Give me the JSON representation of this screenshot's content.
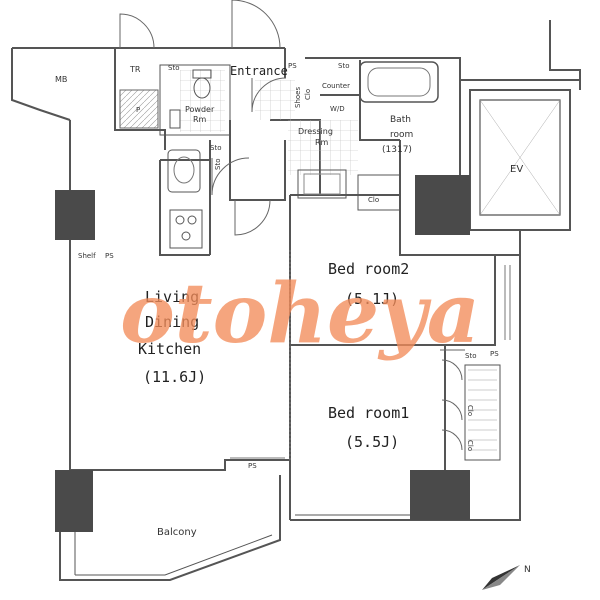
{
  "rooms": {
    "mb": "MB",
    "tr": "TR",
    "entrance": "Entrance",
    "powder": [
      "Powder",
      "Rm"
    ],
    "shoes": [
      "Shoes",
      "Clo"
    ],
    "counter": "Counter",
    "wd": "W/D",
    "dressing": [
      "Dressing",
      "Rm"
    ],
    "bath": [
      "Bath",
      "room",
      "(1317)"
    ],
    "ev": "EV",
    "living": [
      "Living",
      "Dining",
      "Kitchen",
      "(11.6J)"
    ],
    "bed2": [
      "Bed room2",
      "(5.1J)"
    ],
    "bed1": [
      "Bed room1",
      "(5.5J)"
    ],
    "balcony": "Balcony"
  },
  "tags": {
    "sto": "Sto",
    "ps": "PS",
    "clo": "Clo",
    "shelf": "Shelf",
    "p": "P"
  },
  "compass": "N",
  "watermark": "otoheya",
  "colors": {
    "wall_fill": "#4a4a4a",
    "line": "#555555",
    "watermark": "#f28c5a"
  }
}
